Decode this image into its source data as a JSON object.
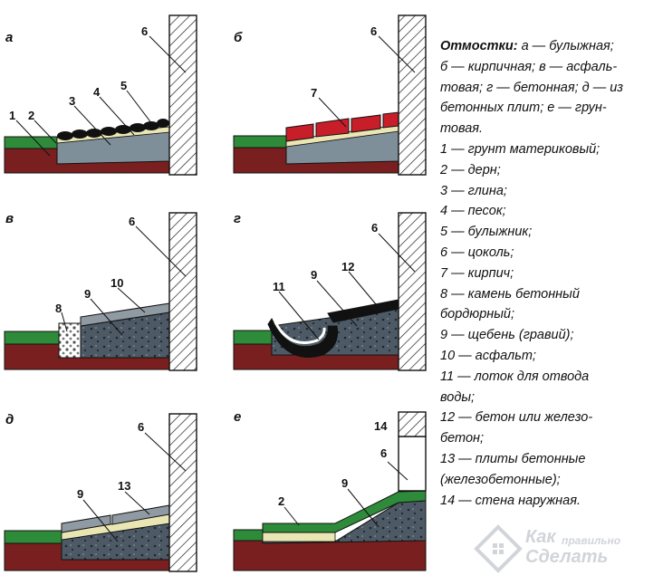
{
  "panels": {
    "a": {
      "letter": "а",
      "labels": [
        "1",
        "2",
        "3",
        "4",
        "5",
        "6"
      ]
    },
    "b": {
      "letter": "б",
      "labels": [
        "6",
        "7"
      ]
    },
    "v": {
      "letter": "в",
      "labels": [
        "6",
        "8",
        "9",
        "10"
      ]
    },
    "g": {
      "letter": "г",
      "labels": [
        "6",
        "9",
        "11",
        "12"
      ]
    },
    "d": {
      "letter": "д",
      "labels": [
        "6",
        "9",
        "13"
      ]
    },
    "e": {
      "letter": "е",
      "labels": [
        "2",
        "6",
        "9",
        "14"
      ]
    }
  },
  "legend": {
    "title": "Отмостки:",
    "lines": [
      " а — булыжная;",
      "б — кирпичная; в — асфаль-",
      "товая; г — бетонная; д — из",
      "бетонных плит; е — грун-",
      "товая.",
      "1 — грунт материковый;",
      "2 — дерн;",
      "3 — глина;",
      "4 — песок;",
      "5 — булыжник;",
      "6 — цоколь;",
      "7 — кирпич;",
      "8 — камень бетонный",
      "бордюрный;",
      "9 — щебень (гравий);",
      "10 — асфальт;",
      "11 — лоток для отвода",
      "воды;",
      "12 — бетон или железо-",
      "бетон;",
      "13 — плиты бетонные",
      "(железобетонные);",
      "14 — стена наружная."
    ]
  },
  "watermark": {
    "line1": "Как",
    "line2": "правильно",
    "line3": "Сделать"
  },
  "colors": {
    "soil": "#7a1f1f",
    "turf": "#2e8b3a",
    "clay": "#8ea0ad",
    "gravel": "#4d5a66",
    "sand": "#eae6b3",
    "brick": "#c81e2a",
    "asphalt": "#8f9aa3",
    "concrete": "#222222",
    "wall": "#ffffff"
  }
}
